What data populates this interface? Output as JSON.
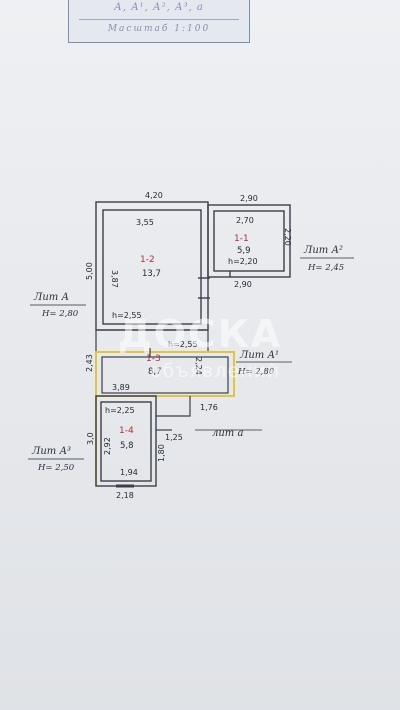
{
  "stamp": {
    "code": "А, А¹, А², А³, а",
    "scale": "Масштаб 1:100"
  },
  "dimensions": {
    "top_overall_main": "4,20",
    "top_overall_annex": "2,90",
    "room_1_2_inner_width": "3,55",
    "left_overall": "5,00",
    "room_1_2_inner_height": "3,87",
    "annex_inner_width": "2,70",
    "annex_inner_height": "2,20",
    "annex_bottom_width": "2,90",
    "left_section_3": "2,43",
    "room_1_3_bottom_width": "3,89",
    "right_section_3": "2,24",
    "passage_left": "1,76",
    "section_4_left_outer": "3,0",
    "section_4_left_inner": "2,92",
    "section_4_right_inner": "1,80",
    "porch_width": "1,25",
    "room_1_4_bottom_inner": "1,94",
    "bottom_overall": "2,18"
  },
  "rooms": [
    {
      "number": "1-2",
      "area": "13,7"
    },
    {
      "number": "1-1",
      "area": "5,9"
    },
    {
      "number": "1-3",
      "area": "8,7"
    },
    {
      "number": "1-4",
      "area": "5,8"
    }
  ],
  "heights": {
    "room_1_2": "h=2,55",
    "annex": "h=2,20",
    "middle": "h=2,55",
    "room_1_4": "h=2,25"
  },
  "labels": {
    "lit_a": "Лит А",
    "lit_a_height": "Н= 2,80",
    "lit_a2": "Лит А²",
    "lit_a2_height": "Н= 2,45",
    "lit_a1": "Лит А¹",
    "lit_a1_height": "Н= 2,80",
    "lit_a3": "Лит А³",
    "lit_a3_height": "Н= 2,50",
    "lit_a_small": "лит а"
  },
  "watermark": {
    "title": "ДОСКА",
    "subtitle": "объявлений"
  },
  "colors": {
    "walls": "#3a3f4a",
    "lit_a1_outline": "#e2c34a",
    "room_numbers": "#b0303a",
    "stamp": "#7c8fb0"
  }
}
